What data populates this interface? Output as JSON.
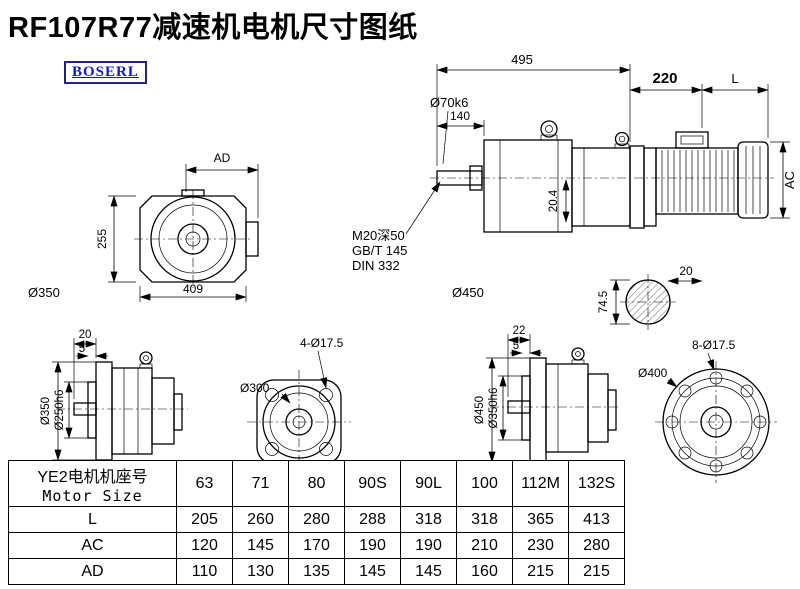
{
  "page": {
    "title": "RF107R77减速机电机尺寸图纸",
    "logo_text": "BOSERL"
  },
  "front_view": {
    "ad": "AD",
    "height": "255",
    "width": "409",
    "housing_dia": "Ø350"
  },
  "side_view": {
    "overall_len": "495",
    "shaft_len": "140",
    "shaft_dia": "Ø70k6",
    "adapter_len": "220",
    "motor_len": "L",
    "motor_dia": "AC",
    "tap_note1": "M20深50",
    "tap_note2": "GB/T 145",
    "tap_note3": "DIN 332",
    "flange_dia": "Ø450",
    "key_drop": "20.4",
    "key_width": "20",
    "key_depth": "74.5"
  },
  "flange_side_small": {
    "shaft_len": "20",
    "spigot_len": "5",
    "flange_dia": "Ø350",
    "spigot_dia": "Ø250h6"
  },
  "flange_face_small": {
    "bolt_holes": "4-Ø17.5",
    "bolt_circle": "Ø300"
  },
  "flange_side_large": {
    "shaft_len": "22",
    "spigot_len": "5",
    "flange_dia": "Ø450",
    "spigot_dia": "Ø350h6"
  },
  "flange_face_large": {
    "bolt_holes": "8-Ø17.5",
    "flange_dia": "Ø400"
  },
  "table": {
    "header_cn": "YE2电机机座号",
    "header_en": "Motor Size",
    "frame_sizes": [
      "63",
      "71",
      "80",
      "90S",
      "90L",
      "100",
      "112M",
      "132S"
    ],
    "rows": [
      {
        "label": "L",
        "values": [
          "205",
          "260",
          "280",
          "288",
          "318",
          "318",
          "365",
          "413"
        ]
      },
      {
        "label": "AC",
        "values": [
          "120",
          "145",
          "170",
          "190",
          "190",
          "210",
          "230",
          "280"
        ]
      },
      {
        "label": "AD",
        "values": [
          "110",
          "130",
          "135",
          "145",
          "145",
          "160",
          "215",
          "215"
        ]
      }
    ]
  }
}
